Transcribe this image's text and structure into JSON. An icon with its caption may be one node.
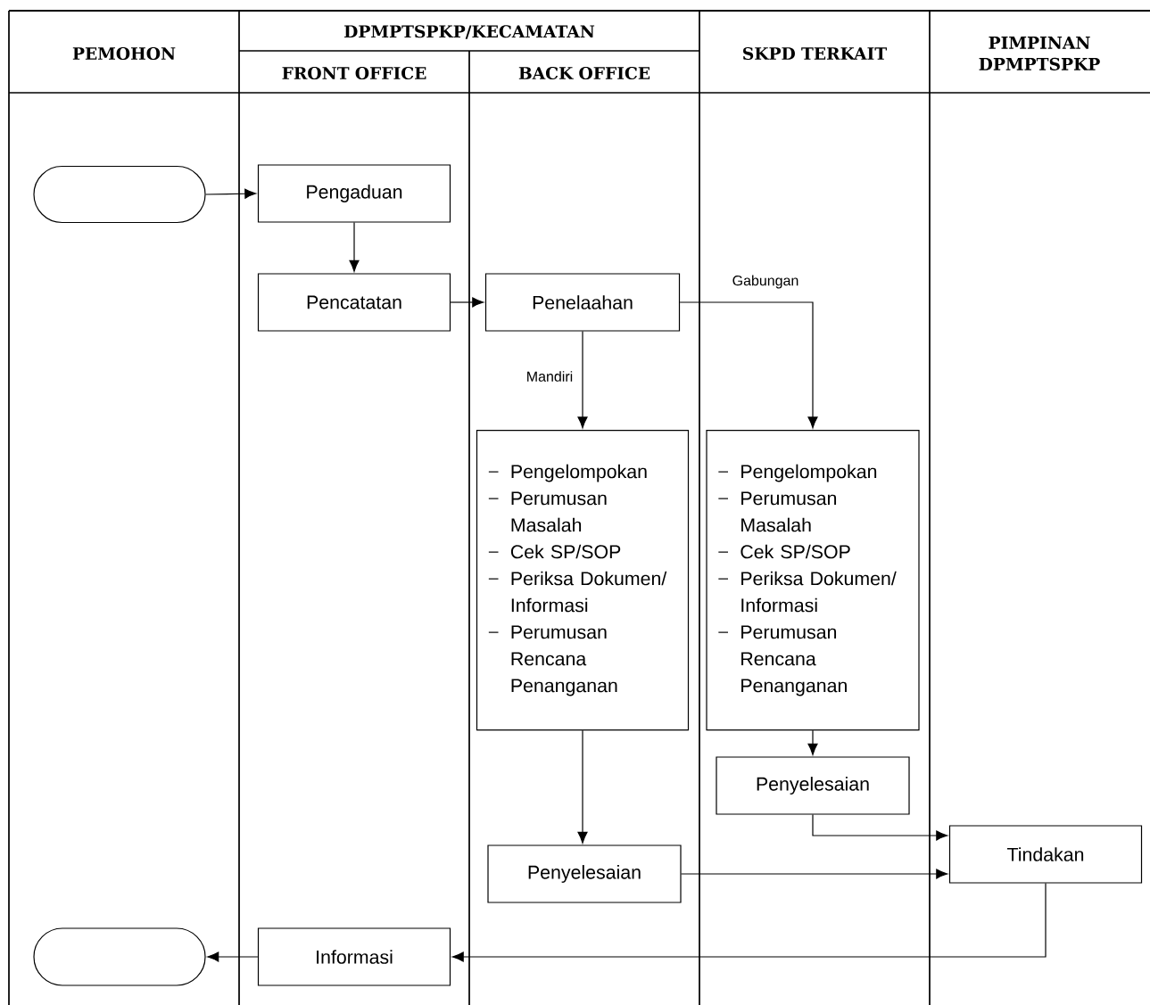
{
  "diagram": {
    "nodes": [
      {
        "text": [],
        "shape": "oval"
      },
      {
        "text": [
          "Pengaduan"
        ]
      },
      {
        "text": [
          "Pencatatan"
        ]
      },
      {
        "text": [
          "Penelaahan"
        ]
      },
      {
        "text": [
          "Pengelompokan",
          "Perumusan Masalah",
          "Cek SP/SOP",
          "Periksa Dokumen/ Informasi",
          "Perumusan Rencana Penanganan"
        ]
      },
      {
        "text": [
          "Pengelompokan",
          "Perumusan Masalah",
          "Cek SP/SOP",
          "Periksa Dokumen/ Informasi",
          "Perumusan Rencana Penanganan"
        ]
      },
      {
        "text": [
          "Penyelesaian"
        ]
      },
      {
        "text": [
          "Tindakan"
        ]
      },
      {
        "text": [
          "Penyelesaian"
        ]
      },
      {
        "text": [
          "Informasi"
        ]
      },
      {
        "text": [],
        "shape": "oval"
      }
    ],
    "edges": [
      {
        "from": 0,
        "to": 1,
        "arrow": "to"
      },
      {
        "from": 1,
        "to": 2,
        "arrow": "to"
      },
      {
        "from": 2,
        "to": 3,
        "arrow": "to"
      },
      {
        "from": 3,
        "to": 4,
        "arrow": "to",
        "label": "Mandiri"
      },
      {
        "from": 3,
        "to": 5,
        "arrow": "to",
        "label": "Gabungan"
      },
      {
        "from": 5,
        "to": 6,
        "arrow": "to"
      },
      {
        "from": 4,
        "to": 8,
        "arrow": "to"
      },
      {
        "from": 6,
        "to": 7,
        "arrow": "to"
      },
      {
        "from": 8,
        "to": 7,
        "arrow": "to"
      },
      {
        "from": 7,
        "to": 9,
        "arrow": "to"
      },
      {
        "from": 9,
        "to": 10,
        "arrow": "to"
      }
    ],
    "labels": [
      "PEMOHON",
      "DPMPTSPKP/KECAMATAN",
      "FRONT OFFICE",
      "BACK OFFICE",
      "SKPD TERKAIT",
      "PIMPINAN DPMPTSPKP"
    ]
  }
}
